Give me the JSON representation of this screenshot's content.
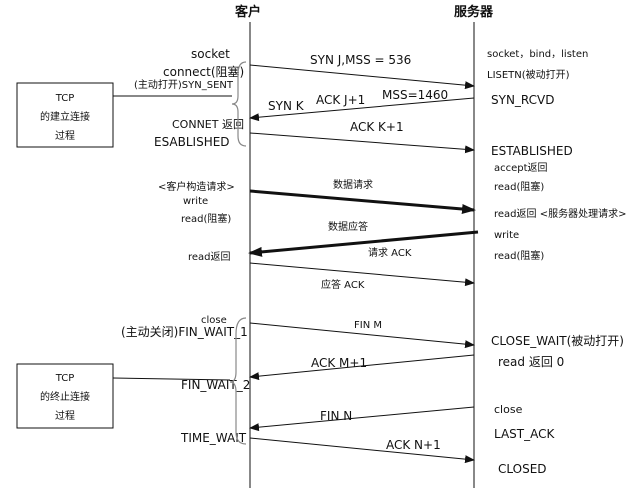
{
  "headers": {
    "client": "客户",
    "server": "服务器"
  },
  "client_labels": {
    "socket": "socket",
    "connect": "connect(阻塞)",
    "syn_sent": "(主动打开)SYN_SENT",
    "connet_return": "CONNET 返回",
    "esablished": "ESABLISHED",
    "client_request": "<客户构造请求>",
    "write": "write",
    "read_block": "read(阻塞)",
    "read_return": "read返回",
    "close": "close",
    "active_close": "(主动关闭)FIN_WAIT_1",
    "fin_wait_2": "FIN_WAIT_2",
    "time_wait": "TIME_WAIT"
  },
  "server_labels": {
    "socket_bind_listen": "socket，bind，listen",
    "listen": "LISETN(被动打开)",
    "syn_rcvd": "SYN_RCVD",
    "established": "ESTABLISHED",
    "accept_return": "accept返回",
    "read_block1": "read(阻塞)",
    "read_return": "read返回 <服务器处理请求>",
    "write": "write",
    "read_block2": "read(阻塞)",
    "close_wait": "CLOSE_WAIT(被动打开)",
    "read_return_0": "read 返回 0",
    "close": "close",
    "last_ack": "LAST_ACK",
    "closed": "CLOSED"
  },
  "messages": {
    "syn_j": "SYN J,MSS = 536",
    "syn_k": "SYN K",
    "ack_j1": "ACK J+1",
    "mss1460": "MSS=1460",
    "ack_k1": "ACK K+1",
    "data_request": "数据请求",
    "data_reply": "数据应答",
    "request_ack": "请求 ACK",
    "reply_ack": "应答 ACK",
    "fin_m": "FIN M",
    "ack_m1": "ACK M+1",
    "fin_n": "FIN N",
    "ack_n1": "ACK N+1"
  },
  "boxes": {
    "setup": [
      "TCP",
      "的建立连接",
      "过程"
    ],
    "teardown": [
      "TCP",
      "的终止连接",
      "过程"
    ]
  }
}
